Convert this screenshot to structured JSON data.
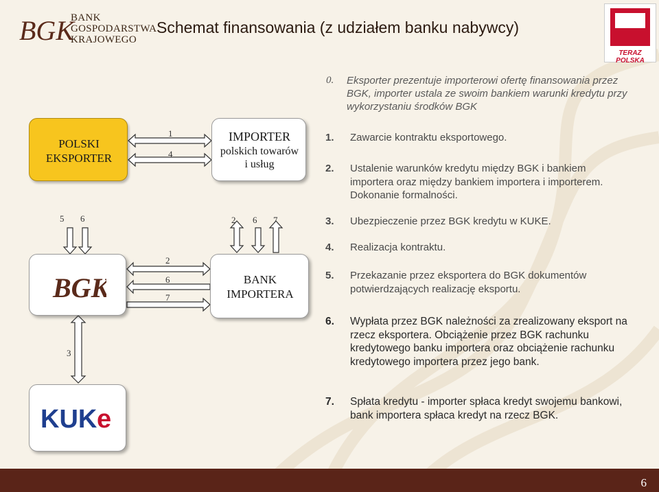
{
  "header": {
    "bgk_line1": "BANK",
    "bgk_line2": "GOSPODARSTWA",
    "bgk_line3": "KRAJOWEGO",
    "title": "Schemat finansowania (z udziałem banku nabywcy)",
    "teraz_polska": "TERAZ POLSKA"
  },
  "intro": {
    "number": "0.",
    "text": "Eksporter prezentuje importerowi ofertę finansowania przez BGK, importer ustala ze swoim bankiem warunki kredytu przy wykorzystaniu środków BGK"
  },
  "steps": [
    {
      "n": "1.",
      "text": "Zawarcie kontraktu eksportowego."
    },
    {
      "n": "2.",
      "text": "Ustalenie warunków kredytu między BGK i bankiem importera oraz między bankiem importera i importerem. Dokonanie formalności."
    },
    {
      "n": "3.",
      "text": "Ubezpieczenie przez BGK kredytu w KUKE."
    },
    {
      "n": "4.",
      "text": "Realizacja kontraktu."
    },
    {
      "n": "5.",
      "text": "Przekazanie przez eksportera do BGK dokumentów potwierdzających realizację eksportu."
    },
    {
      "n": "6.",
      "text": "Wypłata przez BGK należności za zrealizowany eksport na rzecz eksportera. Obciążenie przez BGK rachunku kredytowego banku importera oraz obciążenie rachunku kredytowego importera przez jego bank."
    },
    {
      "n": "7.",
      "text": "Spłata kredytu - importer spłaca kredyt swojemu bankowi, bank importera spłaca kredyt na rzecz BGK."
    }
  ],
  "nodes": {
    "exporter": "POLSKI EKSPORTER",
    "importer_title": "IMPORTER",
    "importer_sub": "polskich towarów i usług",
    "bank_importer": "BANK IMPORTERA",
    "kuke": "KUKE"
  },
  "labels": {
    "exp_imp_top": "1",
    "exp_imp_bottom": "4",
    "exp_down_left": "5",
    "exp_down_right": "6",
    "imp_bank_a": "2",
    "imp_bank_b": "6",
    "imp_bank_c": "7",
    "bgk_bank_a": "2",
    "bgk_bank_b": "6",
    "bgk_bank_c": "7",
    "bgk_kuke": "3"
  },
  "footer": {
    "page": "6"
  },
  "colors": {
    "exporter_fill": "#f7c51e",
    "footer": "#5a2418",
    "kuke_blue": "#1f3f8f",
    "kuke_red": "#c8102e"
  }
}
